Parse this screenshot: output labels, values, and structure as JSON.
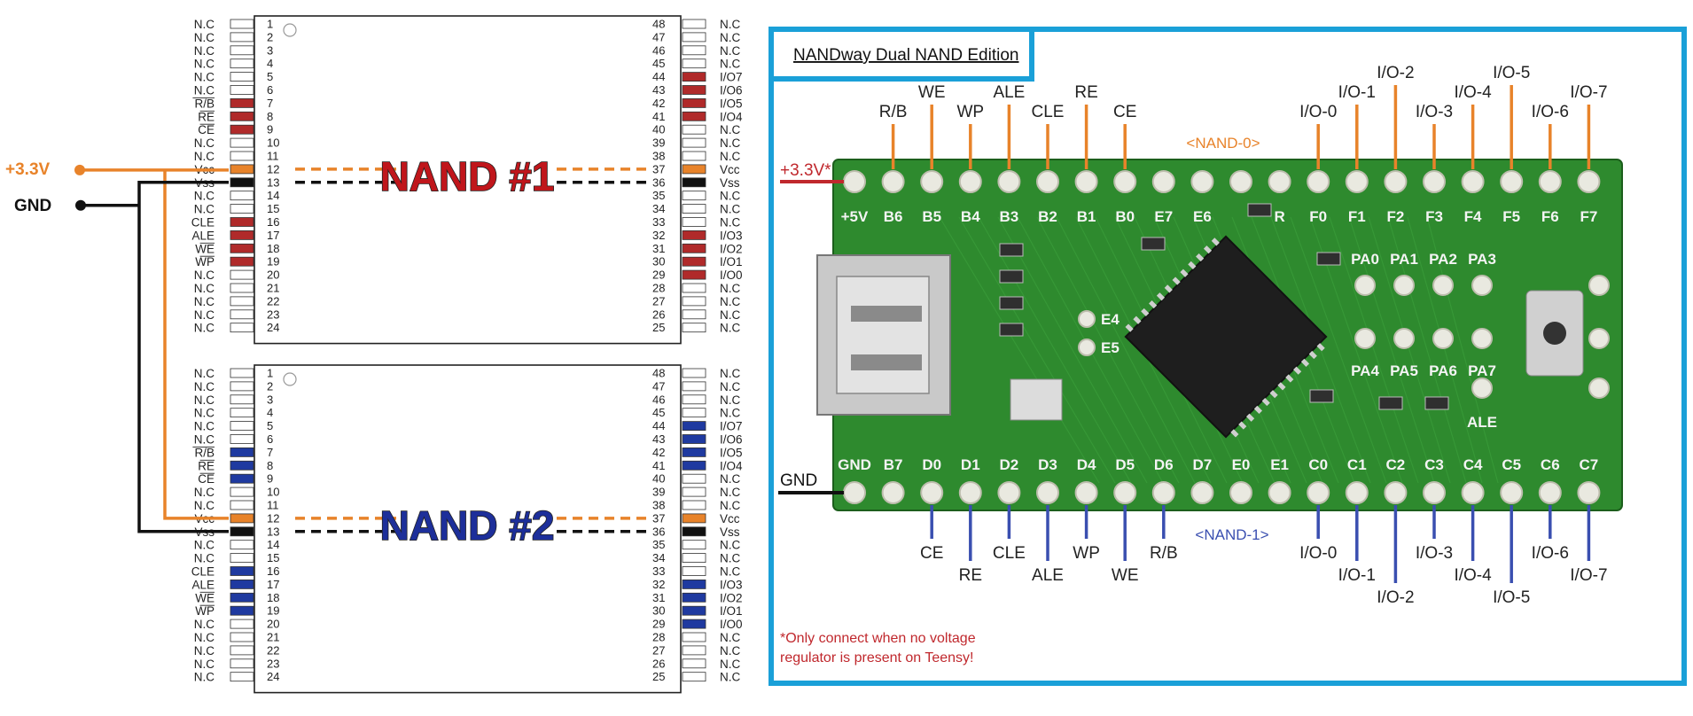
{
  "colors": {
    "nand1_pin": "#b02a2a",
    "nand2_pin": "#1f3aa0",
    "vcc_orange": "#e8832a",
    "gnd_black": "#111111",
    "nand1_title": "#c0161b",
    "nand2_title": "#1d2f9a",
    "board_green": "#2e8a2e",
    "frame_blue": "#1aa0d8",
    "top_wire": "#e8832a",
    "bottom_wire": "#3a4fb0",
    "warn_red": "#c0282d"
  },
  "rails": {
    "vcc_label": "+3.3V",
    "gnd_label": "GND"
  },
  "chips": [
    {
      "title": "NAND #1",
      "color_key": "nand1_pin",
      "left_pins": [
        {
          "num": "1",
          "label": "N.C",
          "active": false
        },
        {
          "num": "2",
          "label": "N.C",
          "active": false
        },
        {
          "num": "3",
          "label": "N.C",
          "active": false
        },
        {
          "num": "4",
          "label": "N.C",
          "active": false
        },
        {
          "num": "5",
          "label": "N.C",
          "active": false
        },
        {
          "num": "6",
          "label": "N.C",
          "active": false
        },
        {
          "num": "7",
          "label": "R/B",
          "active": true
        },
        {
          "num": "8",
          "label": "RE",
          "active": true
        },
        {
          "num": "9",
          "label": "CE",
          "active": true
        },
        {
          "num": "10",
          "label": "N.C",
          "active": false
        },
        {
          "num": "11",
          "label": "N.C",
          "active": false
        },
        {
          "num": "12",
          "label": "Vcc",
          "active": "vcc"
        },
        {
          "num": "13",
          "label": "Vss",
          "active": "gnd"
        },
        {
          "num": "14",
          "label": "N.C",
          "active": false
        },
        {
          "num": "15",
          "label": "N.C",
          "active": false
        },
        {
          "num": "16",
          "label": "CLE",
          "active": true
        },
        {
          "num": "17",
          "label": "ALE",
          "active": true
        },
        {
          "num": "18",
          "label": "WE",
          "active": true
        },
        {
          "num": "19",
          "label": "WP",
          "active": true
        },
        {
          "num": "20",
          "label": "N.C",
          "active": false
        },
        {
          "num": "21",
          "label": "N.C",
          "active": false
        },
        {
          "num": "22",
          "label": "N.C",
          "active": false
        },
        {
          "num": "23",
          "label": "N.C",
          "active": false
        },
        {
          "num": "24",
          "label": "N.C",
          "active": false
        }
      ],
      "right_pins": [
        {
          "num": "48",
          "label": "N.C",
          "active": false
        },
        {
          "num": "47",
          "label": "N.C",
          "active": false
        },
        {
          "num": "46",
          "label": "N.C",
          "active": false
        },
        {
          "num": "45",
          "label": "N.C",
          "active": false
        },
        {
          "num": "44",
          "label": "I/O7",
          "active": true
        },
        {
          "num": "43",
          "label": "I/O6",
          "active": true
        },
        {
          "num": "42",
          "label": "I/O5",
          "active": true
        },
        {
          "num": "41",
          "label": "I/O4",
          "active": true
        },
        {
          "num": "40",
          "label": "N.C",
          "active": false
        },
        {
          "num": "39",
          "label": "N.C",
          "active": false
        },
        {
          "num": "38",
          "label": "N.C",
          "active": false
        },
        {
          "num": "37",
          "label": "Vcc",
          "active": "vcc"
        },
        {
          "num": "36",
          "label": "Vss",
          "active": "gnd"
        },
        {
          "num": "35",
          "label": "N.C",
          "active": false
        },
        {
          "num": "34",
          "label": "N.C",
          "active": false
        },
        {
          "num": "33",
          "label": "N.C",
          "active": false
        },
        {
          "num": "32",
          "label": "I/O3",
          "active": true
        },
        {
          "num": "31",
          "label": "I/O2",
          "active": true
        },
        {
          "num": "30",
          "label": "I/O1",
          "active": true
        },
        {
          "num": "29",
          "label": "I/O0",
          "active": true
        },
        {
          "num": "28",
          "label": "N.C",
          "active": false
        },
        {
          "num": "27",
          "label": "N.C",
          "active": false
        },
        {
          "num": "26",
          "label": "N.C",
          "active": false
        },
        {
          "num": "25",
          "label": "N.C",
          "active": false
        }
      ]
    },
    {
      "title": "NAND #2",
      "color_key": "nand2_pin",
      "left_pins": [
        {
          "num": "1",
          "label": "N.C",
          "active": false
        },
        {
          "num": "2",
          "label": "N.C",
          "active": false
        },
        {
          "num": "3",
          "label": "N.C",
          "active": false
        },
        {
          "num": "4",
          "label": "N.C",
          "active": false
        },
        {
          "num": "5",
          "label": "N.C",
          "active": false
        },
        {
          "num": "6",
          "label": "N.C",
          "active": false
        },
        {
          "num": "7",
          "label": "R/B",
          "active": true
        },
        {
          "num": "8",
          "label": "RE",
          "active": true
        },
        {
          "num": "9",
          "label": "CE",
          "active": true
        },
        {
          "num": "10",
          "label": "N.C",
          "active": false
        },
        {
          "num": "11",
          "label": "N.C",
          "active": false
        },
        {
          "num": "12",
          "label": "Vcc",
          "active": "vcc"
        },
        {
          "num": "13",
          "label": "Vss",
          "active": "gnd"
        },
        {
          "num": "14",
          "label": "N.C",
          "active": false
        },
        {
          "num": "15",
          "label": "N.C",
          "active": false
        },
        {
          "num": "16",
          "label": "CLE",
          "active": true
        },
        {
          "num": "17",
          "label": "ALE",
          "active": true
        },
        {
          "num": "18",
          "label": "WE",
          "active": true
        },
        {
          "num": "19",
          "label": "WP",
          "active": true
        },
        {
          "num": "20",
          "label": "N.C",
          "active": false
        },
        {
          "num": "21",
          "label": "N.C",
          "active": false
        },
        {
          "num": "22",
          "label": "N.C",
          "active": false
        },
        {
          "num": "23",
          "label": "N.C",
          "active": false
        },
        {
          "num": "24",
          "label": "N.C",
          "active": false
        }
      ],
      "right_pins": [
        {
          "num": "48",
          "label": "N.C",
          "active": false
        },
        {
          "num": "47",
          "label": "N.C",
          "active": false
        },
        {
          "num": "46",
          "label": "N.C",
          "active": false
        },
        {
          "num": "45",
          "label": "N.C",
          "active": false
        },
        {
          "num": "44",
          "label": "I/O7",
          "active": true
        },
        {
          "num": "43",
          "label": "I/O6",
          "active": true
        },
        {
          "num": "42",
          "label": "I/O5",
          "active": true
        },
        {
          "num": "41",
          "label": "I/O4",
          "active": true
        },
        {
          "num": "40",
          "label": "N.C",
          "active": false
        },
        {
          "num": "39",
          "label": "N.C",
          "active": false
        },
        {
          "num": "38",
          "label": "N.C",
          "active": false
        },
        {
          "num": "37",
          "label": "Vcc",
          "active": "vcc"
        },
        {
          "num": "36",
          "label": "Vss",
          "active": "gnd"
        },
        {
          "num": "35",
          "label": "N.C",
          "active": false
        },
        {
          "num": "34",
          "label": "N.C",
          "active": false
        },
        {
          "num": "33",
          "label": "N.C",
          "active": false
        },
        {
          "num": "32",
          "label": "I/O3",
          "active": true
        },
        {
          "num": "31",
          "label": "I/O2",
          "active": true
        },
        {
          "num": "30",
          "label": "I/O1",
          "active": true
        },
        {
          "num": "29",
          "label": "I/O0",
          "active": true
        },
        {
          "num": "28",
          "label": "N.C",
          "active": false
        },
        {
          "num": "27",
          "label": "N.C",
          "active": false
        },
        {
          "num": "26",
          "label": "N.C",
          "active": false
        },
        {
          "num": "25",
          "label": "N.C",
          "active": false
        }
      ]
    }
  ],
  "board": {
    "title": "NANDway Dual NAND Edition",
    "top_silk": [
      "+5V",
      "B6",
      "B5",
      "B4",
      "B3",
      "B2",
      "B1",
      "B0",
      "E7",
      "E6",
      "",
      "R",
      "F0",
      "F1",
      "F2",
      "F3",
      "F4",
      "F5",
      "F6",
      "F7"
    ],
    "bottom_silk": [
      "GND",
      "B7",
      "D0",
      "D1",
      "D2",
      "D3",
      "D4",
      "D5",
      "D6",
      "D7",
      "E0",
      "E1",
      "C0",
      "C1",
      "C2",
      "C3",
      "C4",
      "C5",
      "C6",
      "C7"
    ],
    "top_labels": [
      "",
      "R/B",
      "WE",
      "WP",
      "ALE",
      "CLE",
      "RE",
      "CE",
      "",
      "",
      "",
      "",
      "I/O-0",
      "I/O-1",
      "I/O-2",
      "I/O-3",
      "I/O-4",
      "I/O-5",
      "I/O-6",
      "I/O-7"
    ],
    "bottom_labels": [
      "",
      "",
      "CE",
      "RE",
      "CLE",
      "ALE",
      "WP",
      "WE",
      "R/B",
      "",
      "",
      "",
      "I/O-0",
      "I/O-1",
      "I/O-2",
      "I/O-3",
      "I/O-4",
      "I/O-5",
      "I/O-6",
      "I/O-7"
    ],
    "pa_row1": [
      "PA0",
      "PA1",
      "PA2",
      "PA3"
    ],
    "pa_row2": [
      "PA4",
      "PA5",
      "PA6",
      "PA7"
    ],
    "ale_pad": "ALE",
    "e4": "E4",
    "e5": "E5",
    "nand0_label": "<NAND-0>",
    "nand1_label": "<NAND-1>",
    "vcc_label": "+3.3V*",
    "gnd_label": "GND",
    "note_line1": "*Only connect when no voltage",
    "note_line2": "regulator is present on Teensy!"
  }
}
